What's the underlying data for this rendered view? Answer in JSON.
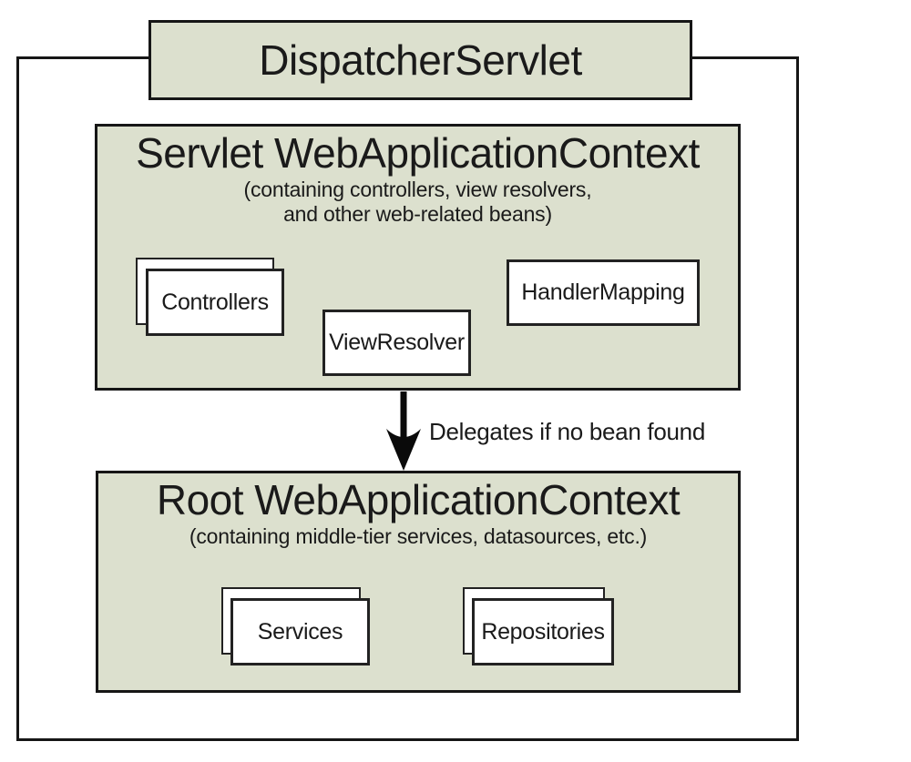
{
  "diagram": {
    "dispatcher": {
      "label": "DispatcherServlet"
    },
    "servlet_context": {
      "title": "Servlet WebApplicationContext",
      "subtitle_line1": "(containing controllers, view resolvers,",
      "subtitle_line2": "and other web-related beans)",
      "controllers_label": "Controllers",
      "viewresolver_label": "ViewResolver",
      "handlermapping_label": "HandlerMapping"
    },
    "arrow": {
      "label": "Delegates if no bean found"
    },
    "root_context": {
      "title": "Root WebApplicationContext",
      "subtitle": "(containing middle-tier services, datasources, etc.)",
      "services_label": "Services",
      "repositories_label": "Repositories"
    },
    "colors": {
      "context_fill": "#dce0ce",
      "border": "#161616",
      "bean_fill": "#ffffff",
      "background": "#ffffff",
      "text": "#1a1a1a"
    }
  }
}
